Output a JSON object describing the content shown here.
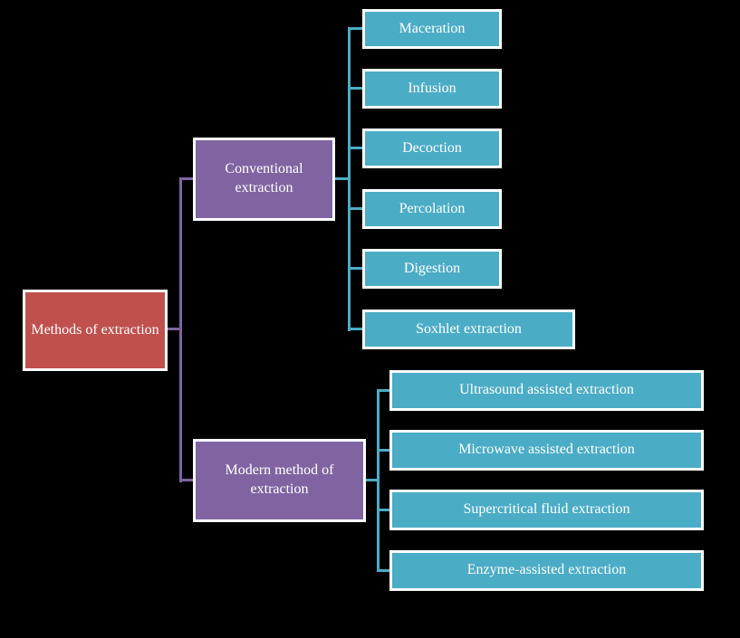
{
  "title": "Methods of extraction",
  "colors": {
    "background": "#000000",
    "root_fill": "#c0504d",
    "branch_fill": "#8064a2",
    "leaf_fill": "#4bacc6",
    "border": "#ffffff",
    "text": "#ffffff",
    "root_branch_connector": "#8064a2",
    "branch_leaf_connector": "#4bacc6"
  },
  "root": {
    "label": "Methods of extraction"
  },
  "branches": [
    {
      "label": "Conventional extraction",
      "children": [
        {
          "label": "Maceration"
        },
        {
          "label": "Infusion"
        },
        {
          "label": "Decoction"
        },
        {
          "label": "Percolation"
        },
        {
          "label": "Digestion"
        },
        {
          "label": "Soxhlet extraction"
        }
      ]
    },
    {
      "label": "Modern method of extraction",
      "children": [
        {
          "label": "Ultrasound assisted extraction"
        },
        {
          "label": "Microwave assisted extraction"
        },
        {
          "label": "Supercritical fluid extraction"
        },
        {
          "label": "Enzyme-assisted extraction"
        }
      ]
    }
  ]
}
